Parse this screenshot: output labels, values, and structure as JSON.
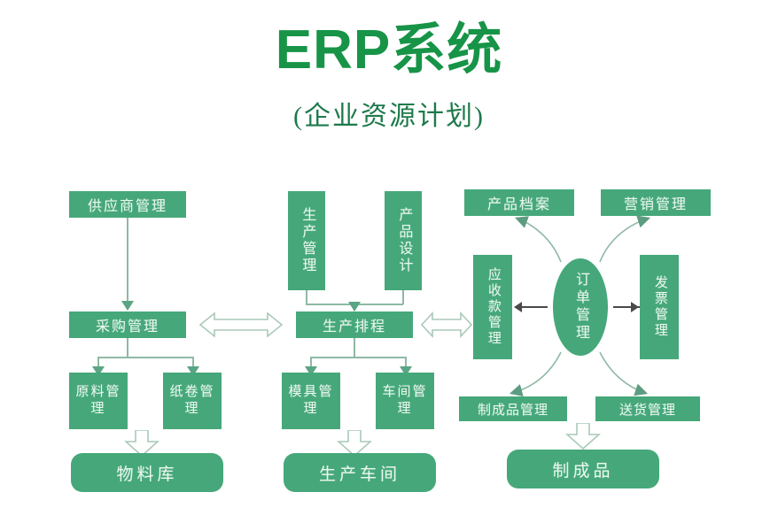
{
  "header": {
    "title": "ERP系统",
    "subtitle": "(企业资源计划)",
    "title_color": "#179447",
    "subtitle_color": "#1d7a4b"
  },
  "theme": {
    "node_fill": "#46a87a",
    "node_text": "#eaf7ef",
    "connector": "#8fb9a5",
    "arrow_outline": "#9fc4b2",
    "arrow_dark": "#4a4a4a",
    "background": "#ffffff"
  },
  "diagram": {
    "type": "flowchart",
    "columns": [
      {
        "name": "procurement-column",
        "nodes": [
          {
            "id": "supplier-management",
            "label": "供应商管理",
            "shape": "rect",
            "orientation": "horizontal"
          },
          {
            "id": "purchase-management",
            "label": "采购管理",
            "shape": "rect",
            "orientation": "horizontal"
          },
          {
            "id": "raw-material-management",
            "label": "原料管理",
            "shape": "rect",
            "orientation": "horizontal"
          },
          {
            "id": "paper-roll-management",
            "label": "纸卷管理",
            "shape": "rect",
            "orientation": "horizontal"
          },
          {
            "id": "material-warehouse",
            "label": "物料库",
            "shape": "rounded",
            "orientation": "horizontal"
          }
        ]
      },
      {
        "name": "production-column",
        "nodes": [
          {
            "id": "production-management",
            "label": "生产管理",
            "shape": "rect",
            "orientation": "vertical"
          },
          {
            "id": "product-design",
            "label": "产品设计",
            "shape": "rect",
            "orientation": "vertical"
          },
          {
            "id": "production-scheduling",
            "label": "生产排程",
            "shape": "rect",
            "orientation": "horizontal"
          },
          {
            "id": "mold-management",
            "label": "模具管理",
            "shape": "rect",
            "orientation": "horizontal"
          },
          {
            "id": "workshop-management",
            "label": "车间管理",
            "shape": "rect",
            "orientation": "horizontal"
          },
          {
            "id": "production-workshop",
            "label": "生产车间",
            "shape": "rounded",
            "orientation": "horizontal"
          }
        ]
      },
      {
        "name": "order-column",
        "nodes": [
          {
            "id": "product-archive",
            "label": "产品档案",
            "shape": "rect",
            "orientation": "horizontal"
          },
          {
            "id": "marketing-management",
            "label": "营销管理",
            "shape": "rect",
            "orientation": "horizontal"
          },
          {
            "id": "receivables-management",
            "label": "应收款管理",
            "shape": "rect",
            "orientation": "vertical"
          },
          {
            "id": "order-management",
            "label": "订单管理",
            "shape": "ellipse",
            "orientation": "vertical"
          },
          {
            "id": "invoice-management",
            "label": "发票管理",
            "shape": "rect",
            "orientation": "vertical"
          },
          {
            "id": "finished-goods-management",
            "label": "制成品管理",
            "shape": "rect",
            "orientation": "horizontal"
          },
          {
            "id": "delivery-management",
            "label": "送货管理",
            "shape": "rect",
            "orientation": "horizontal"
          },
          {
            "id": "finished-goods",
            "label": "制成品",
            "shape": "rounded",
            "orientation": "horizontal"
          }
        ]
      }
    ],
    "connections": [
      {
        "from": "supplier-management",
        "to": "purchase-management",
        "style": "solid-arrow"
      },
      {
        "from": "purchase-management",
        "to": "raw-material-management",
        "style": "solid-arrow"
      },
      {
        "from": "purchase-management",
        "to": "paper-roll-management",
        "style": "solid-arrow"
      },
      {
        "from": "raw-material-management",
        "to": "material-warehouse",
        "style": "hollow-arrow-down"
      },
      {
        "from": "production-management",
        "to": "production-scheduling",
        "style": "solid-arrow"
      },
      {
        "from": "product-design",
        "to": "production-scheduling",
        "style": "solid-arrow"
      },
      {
        "from": "production-scheduling",
        "to": "mold-management",
        "style": "solid-arrow"
      },
      {
        "from": "production-scheduling",
        "to": "workshop-management",
        "style": "solid-arrow"
      },
      {
        "from": "mold-management",
        "to": "production-workshop",
        "style": "hollow-arrow-down"
      },
      {
        "from": "purchase-management",
        "to": "production-scheduling",
        "style": "hollow-double-arrow"
      },
      {
        "from": "production-scheduling",
        "to": "receivables-management",
        "style": "hollow-double-arrow"
      },
      {
        "from": "order-management",
        "to": "receivables-management",
        "style": "dark-arrow-left"
      },
      {
        "from": "order-management",
        "to": "invoice-management",
        "style": "dark-arrow-right"
      },
      {
        "from": "order-management",
        "to": "product-archive",
        "style": "curved-arrow"
      },
      {
        "from": "order-management",
        "to": "marketing-management",
        "style": "curved-arrow"
      },
      {
        "from": "order-management",
        "to": "finished-goods-management",
        "style": "curved-arrow"
      },
      {
        "from": "order-management",
        "to": "delivery-management",
        "style": "curved-arrow"
      },
      {
        "from": "finished-goods-management",
        "to": "finished-goods",
        "style": "hollow-arrow-down"
      }
    ]
  }
}
